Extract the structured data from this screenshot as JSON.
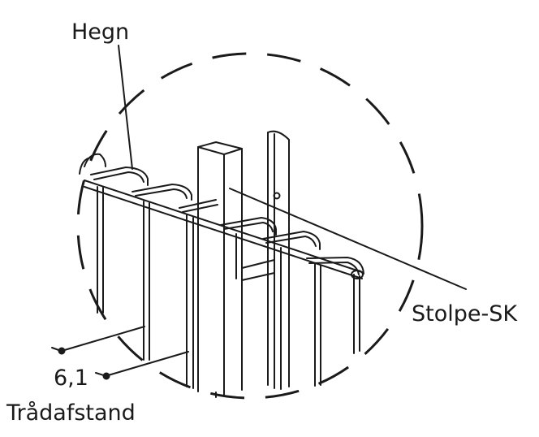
{
  "labels": {
    "fence": "Hegn",
    "post": "Stolpe-SK",
    "wire_spacing_value": "6,1",
    "wire_spacing_label": "Trådafstand"
  },
  "colors": {
    "line": "#1a1a1a",
    "background": "#ffffff"
  }
}
